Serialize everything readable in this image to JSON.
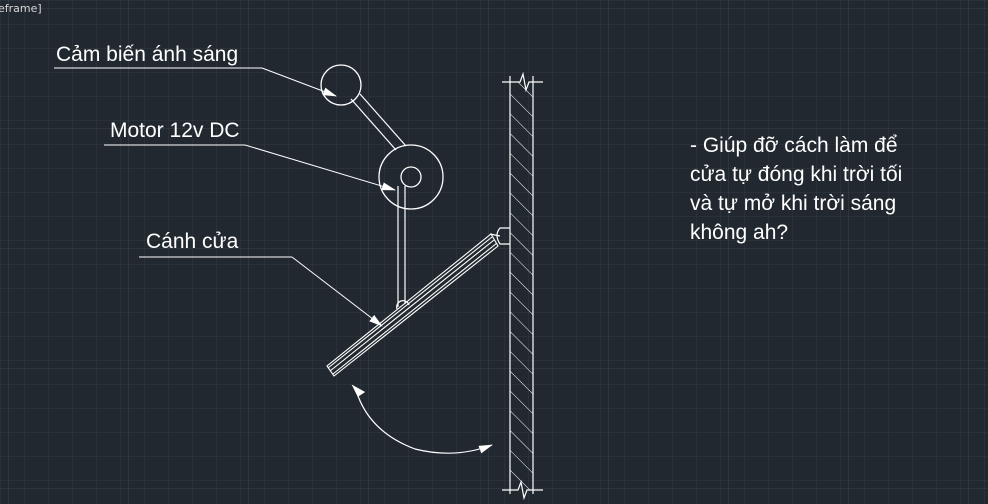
{
  "viewport": {
    "label": "eframe]"
  },
  "labels": {
    "sensor": "Cảm biến ánh sáng",
    "motor": "Motor 12v DC",
    "door": "Cánh cửa"
  },
  "note": {
    "lines": [
      "- Giúp đỡ cách làm để",
      "cửa tự đóng khi trời tối",
      "và tự mở khi trời sáng",
      "không ah?"
    ]
  },
  "colors": {
    "background": "#212830",
    "line": "#ffffff",
    "text": "#ffffff"
  }
}
